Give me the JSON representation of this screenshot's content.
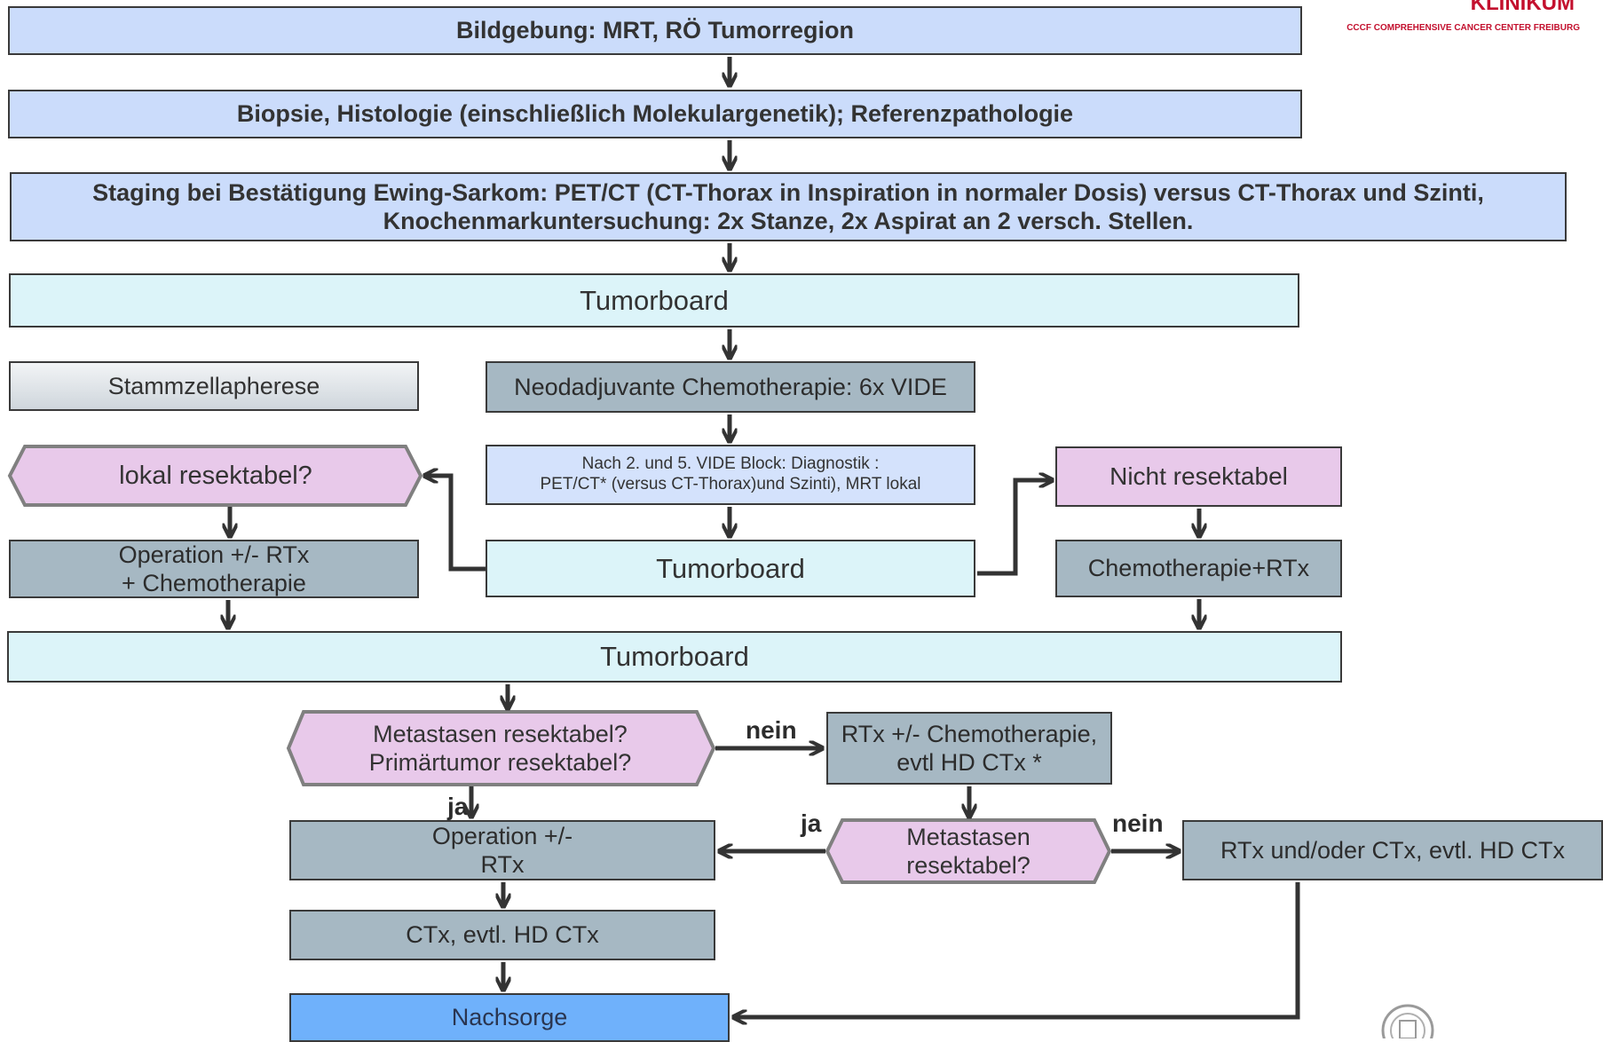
{
  "logo": {
    "title": "KLINIKUM",
    "subtitle": "CCCF COMPREHENSIVE CANCER CENTER FREIBURG",
    "brand_color": "#c3102e"
  },
  "nodes": {
    "imaging": "Bildgebung: MRT, RÖ Tumorregion",
    "biopsy": "Biopsie, Histologie (einschließlich Molekulargenetik); Referenzpathologie",
    "staging": "Staging bei Bestätigung Ewing-Sarkom: PET/CT (CT-Thorax in Inspiration in normaler Dosis) versus CT-Thorax und Szinti,\nKnochenmarkuntersuchung: 2x Stanze, 2x Aspirat an 2 versch. Stellen.",
    "tumorboard_1": "Tumorboard",
    "stem_cell": "Stammzellapherese",
    "neoadjuvant": "Neodadjuvante Chemotherapie: 6x VIDE",
    "diagnostics": "Nach 2. und 5. VIDE Block: Diagnostik :\nPET/CT* (versus CT-Thorax)und Szinti), MRT lokal",
    "local_resectable": "lokal resektabel?",
    "not_resectable": "Nicht resektabel",
    "operation_chemo": "Operation +/- RTx\n+ Chemotherapie",
    "tumorboard_2": "Tumorboard",
    "chemo_rtx": "Chemotherapie+RTx",
    "tumorboard_3": "Tumorboard",
    "metastases_question": "Metastasen resektabel?\nPrimärtumor resektabel?",
    "rtx_chemo": "RTx +/- Chemotherapie,\nevtl HD CTx *",
    "operation_rtx": "Operation +/-\nRTx",
    "metastases_resectable": "Metastasen\nresektabel?",
    "rtx_ctx": "RTx und/oder CTx, evtl. HD CTx",
    "ctx_hd": "CTx, evtl. HD CTx",
    "aftercare": "Nachsorge"
  },
  "edge_labels": {
    "nein_1": "nein",
    "ja_1": "ja",
    "ja_2": "ja",
    "nein_2": "nein"
  },
  "colors": {
    "blue": "#cbdcfb",
    "cyan": "#dcf4f9",
    "gray": "#a6b8c3",
    "pink": "#e8c9ea",
    "aftercare": "#6fb1fb",
    "arrow": "#333333"
  }
}
